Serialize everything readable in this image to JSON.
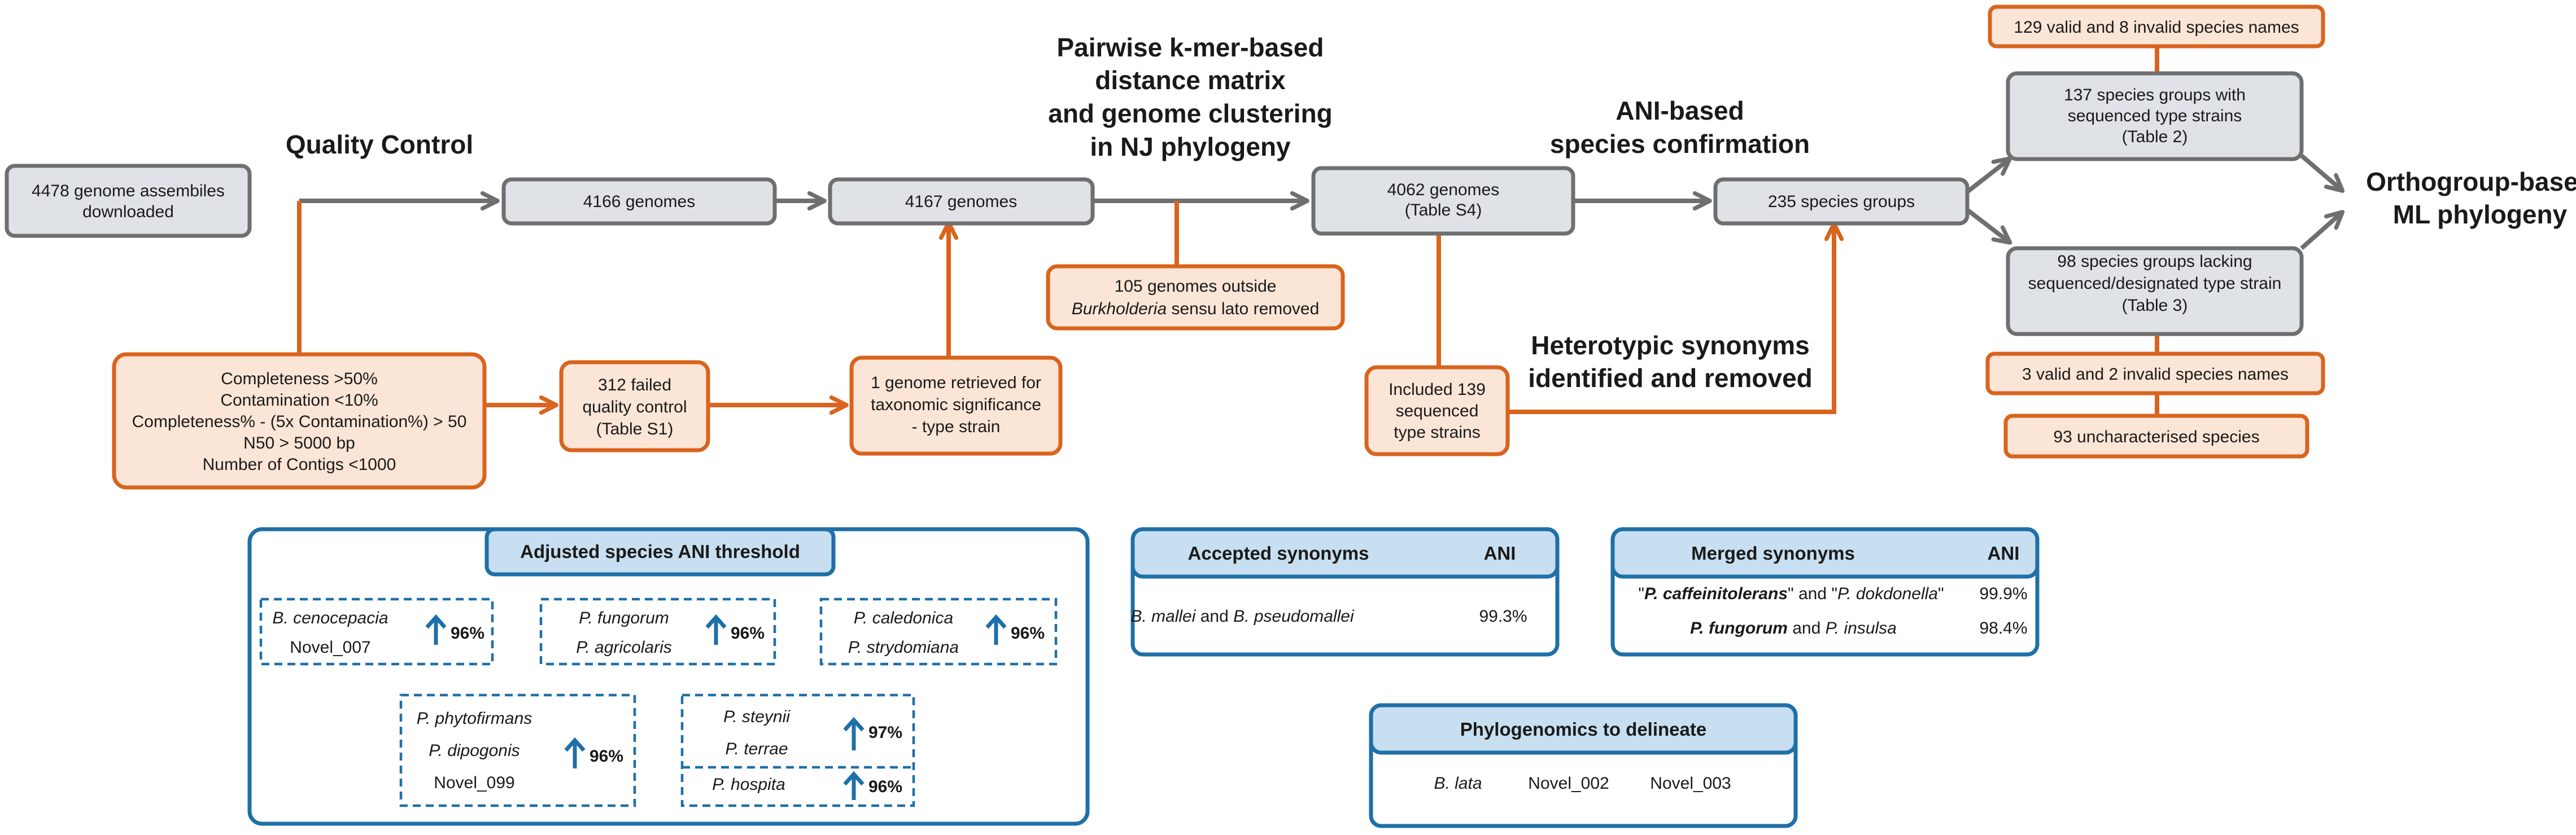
{
  "headings": {
    "quality_control": "Quality Control",
    "kmer": [
      "Pairwise k-mer-based",
      "distance matrix",
      "and genome clustering",
      "in NJ phylogeny"
    ],
    "ani_confirm": [
      "ANI-based",
      "species confirmation"
    ],
    "heterotypic": [
      "Heterotypic synonyms",
      "identified and removed"
    ],
    "orthogroup": [
      "Orthogroup-based",
      "ML phylogeny"
    ]
  },
  "boxes": {
    "downloaded": [
      "4478 genome assembiles",
      "downloaded"
    ],
    "g4166": "4166 genomes",
    "g4167": "4167 genomes",
    "g4062": [
      "4062 genomes",
      "(Table S4)"
    ],
    "sg235": "235 species groups",
    "sg137": [
      "137 species groups with",
      "sequenced type strains",
      "(Table 2)"
    ],
    "sg98": [
      "98 species groups lacking",
      "sequenced/designated type strain",
      "(Table 3)"
    ],
    "criteria": [
      "Completeness >50%",
      "Contamination <10%",
      "Completeness% - (5x Contamination%) > 50",
      "N50 > 5000 bp",
      "Number of Contigs <1000"
    ],
    "failed": [
      "312 failed",
      "quality control",
      "(Table S1)"
    ],
    "retrieved": [
      "1 genome retrieved for",
      "taxonomic significance",
      "- type strain"
    ],
    "outside": [
      "105 genomes outside",
      "Burkholderia",
      "sensu lato removed"
    ],
    "included": [
      "Included 139",
      "sequenced",
      "type strains"
    ],
    "names129": "129 valid and 8 invalid species names",
    "names3": "3 valid and 2 invalid species names",
    "uncharacterised": "93 uncharacterised species"
  },
  "panels": {
    "adjusted": {
      "title": "Adjusted species ANI threshold",
      "groups": [
        {
          "names": [
            "B. cenocepacia",
            "Novel_007"
          ],
          "ani": [
            "96%"
          ]
        },
        {
          "names": [
            "P. fungorum",
            "P. agricolaris"
          ],
          "ani": [
            "96%"
          ]
        },
        {
          "names": [
            "P. caledonica",
            "P. strydomiana"
          ],
          "ani": [
            "96%"
          ]
        },
        {
          "names": [
            "P. phytofirmans",
            "P. dipogonis",
            "Novel_099"
          ],
          "ani": [
            "96%"
          ]
        },
        {
          "names": [
            "P. steynii",
            "P. terrae",
            "P. hospita"
          ],
          "ani": [
            "97%",
            "96%"
          ]
        }
      ]
    },
    "accepted": {
      "title": "Accepted synonyms",
      "ani_header": "ANI",
      "rows": [
        {
          "a": "B. mallei",
          "and": "and",
          "b": "B. pseudomallei",
          "ani": "99.3%"
        }
      ]
    },
    "merged": {
      "title": "Merged synonyms",
      "ani_header": "ANI",
      "rows": [
        {
          "a": "P. caffeinitolerans",
          "and": "and",
          "b": "P. dokdonella",
          "ani": "99.9%"
        },
        {
          "a": "P. fungorum",
          "and": "and",
          "b": "P. insulsa",
          "ani": "98.4%"
        }
      ]
    },
    "phylo": {
      "title": "Phylogenomics to delineate",
      "items": [
        "B. lata",
        "Novel_002",
        "Novel_003"
      ]
    }
  },
  "colors": {
    "grey_box": "#dfe3e7",
    "grey_line": "#6f6f6f",
    "orange_box": "#fbe5d6",
    "orange_line": "#d9641e",
    "blue_line": "#1f6fa8",
    "blue_title": "#c7dff0"
  },
  "icons": [
    "up-arrow-icon"
  ]
}
